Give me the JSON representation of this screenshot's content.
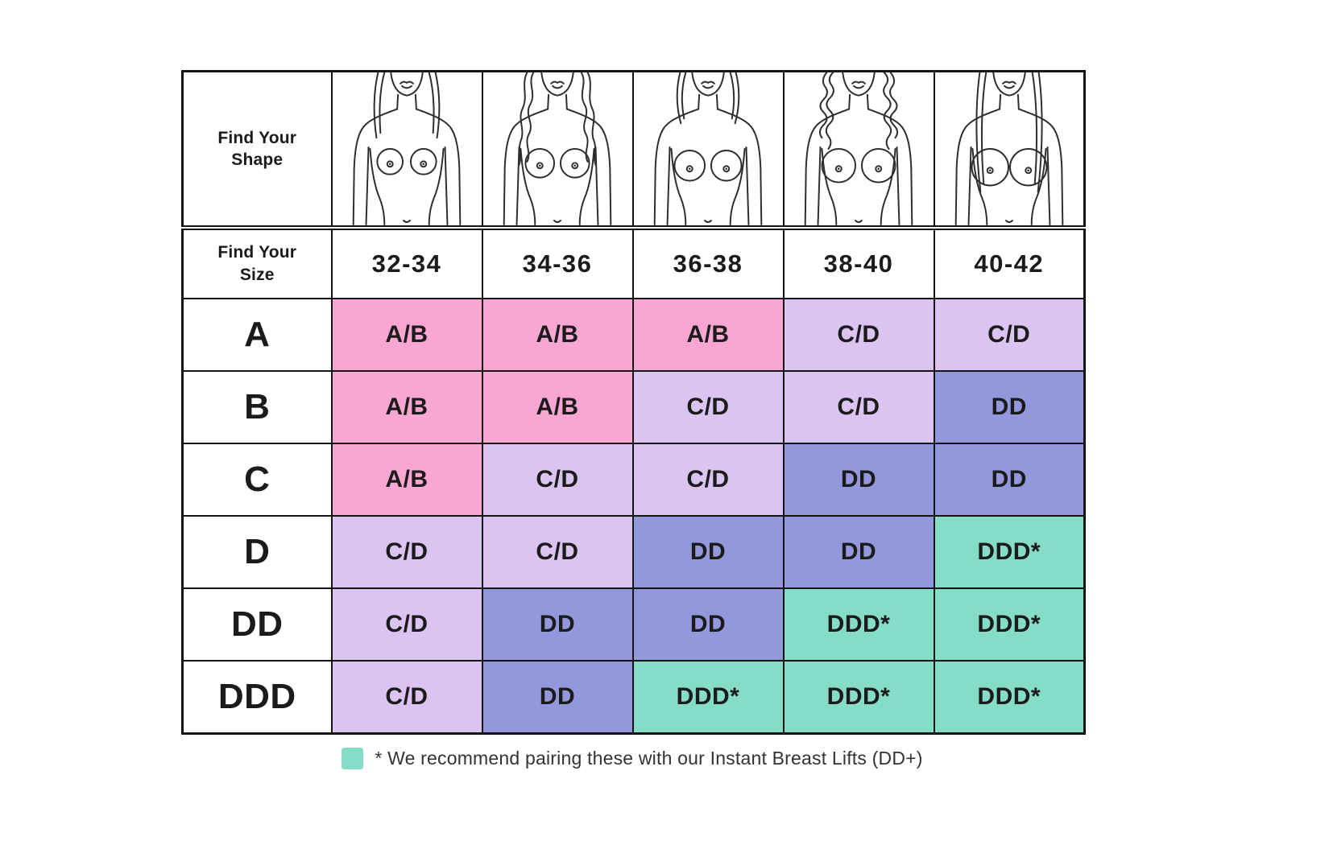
{
  "colors": {
    "pink": "#F9A6D2",
    "lavender": "#DBC4F2",
    "periwinkle": "#9398DC",
    "teal": "#85DCC7",
    "border": "#141414",
    "text": "#1B1B1B"
  },
  "table": {
    "shape_header": "Find Your Shape",
    "size_header": "Find Your Size",
    "shape_illustrations": [
      "female-torso-straight-hair",
      "female-torso-wavy-hair",
      "female-torso-short-hair",
      "female-torso-curly-hair",
      "female-torso-long-hair"
    ],
    "size_columns": [
      "32-34",
      "34-36",
      "36-38",
      "38-40",
      "40-42"
    ],
    "rows": [
      {
        "label": "A",
        "cells": [
          {
            "value": "A/B",
            "color": "pink"
          },
          {
            "value": "A/B",
            "color": "pink"
          },
          {
            "value": "A/B",
            "color": "pink"
          },
          {
            "value": "C/D",
            "color": "lavender"
          },
          {
            "value": "C/D",
            "color": "lavender"
          }
        ]
      },
      {
        "label": "B",
        "cells": [
          {
            "value": "A/B",
            "color": "pink"
          },
          {
            "value": "A/B",
            "color": "pink"
          },
          {
            "value": "C/D",
            "color": "lavender"
          },
          {
            "value": "C/D",
            "color": "lavender"
          },
          {
            "value": "DD",
            "color": "periwinkle"
          }
        ]
      },
      {
        "label": "C",
        "cells": [
          {
            "value": "A/B",
            "color": "pink"
          },
          {
            "value": "C/D",
            "color": "lavender"
          },
          {
            "value": "C/D",
            "color": "lavender"
          },
          {
            "value": "DD",
            "color": "periwinkle"
          },
          {
            "value": "DD",
            "color": "periwinkle"
          }
        ]
      },
      {
        "label": "D",
        "cells": [
          {
            "value": "C/D",
            "color": "lavender"
          },
          {
            "value": "C/D",
            "color": "lavender"
          },
          {
            "value": "DD",
            "color": "periwinkle"
          },
          {
            "value": "DD",
            "color": "periwinkle"
          },
          {
            "value": "DDD*",
            "color": "teal"
          }
        ]
      },
      {
        "label": "DD",
        "cells": [
          {
            "value": "C/D",
            "color": "lavender"
          },
          {
            "value": "DD",
            "color": "periwinkle"
          },
          {
            "value": "DD",
            "color": "periwinkle"
          },
          {
            "value": "DDD*",
            "color": "teal"
          },
          {
            "value": "DDD*",
            "color": "teal"
          }
        ]
      },
      {
        "label": "DDD",
        "cells": [
          {
            "value": "C/D",
            "color": "lavender"
          },
          {
            "value": "DD",
            "color": "periwinkle"
          },
          {
            "value": "DDD*",
            "color": "teal"
          },
          {
            "value": "DDD*",
            "color": "teal"
          },
          {
            "value": "DDD*",
            "color": "teal"
          }
        ]
      }
    ]
  },
  "footnote": {
    "text": "* We recommend pairing these with our Instant Breast Lifts (DD+)",
    "swatch_color": "teal"
  },
  "chart_data": {
    "type": "table",
    "title": "Find Your Shape / Find Your Size",
    "columns": [
      "32-34",
      "34-36",
      "36-38",
      "38-40",
      "40-42"
    ],
    "row_labels": [
      "A",
      "B",
      "C",
      "D",
      "DD",
      "DDD"
    ],
    "values": [
      [
        "A/B",
        "A/B",
        "A/B",
        "C/D",
        "C/D"
      ],
      [
        "A/B",
        "A/B",
        "C/D",
        "C/D",
        "DD"
      ],
      [
        "A/B",
        "C/D",
        "C/D",
        "DD",
        "DD"
      ],
      [
        "C/D",
        "C/D",
        "DD",
        "DD",
        "DDD*"
      ],
      [
        "C/D",
        "DD",
        "DD",
        "DDD*",
        "DDD*"
      ],
      [
        "C/D",
        "DD",
        "DDD*",
        "DDD*",
        "DDD*"
      ]
    ],
    "cell_colors": [
      [
        "pink",
        "pink",
        "pink",
        "lavender",
        "lavender"
      ],
      [
        "pink",
        "pink",
        "lavender",
        "lavender",
        "periwinkle"
      ],
      [
        "pink",
        "lavender",
        "lavender",
        "periwinkle",
        "periwinkle"
      ],
      [
        "lavender",
        "lavender",
        "periwinkle",
        "periwinkle",
        "teal"
      ],
      [
        "lavender",
        "periwinkle",
        "periwinkle",
        "teal",
        "teal"
      ],
      [
        "lavender",
        "periwinkle",
        "teal",
        "teal",
        "teal"
      ]
    ],
    "color_legend": {
      "pink": "A/B",
      "lavender": "C/D",
      "periwinkle": "DD",
      "teal": "DDD*"
    },
    "footnote": "* We recommend pairing these with our Instant Breast Lifts (DD+)"
  }
}
